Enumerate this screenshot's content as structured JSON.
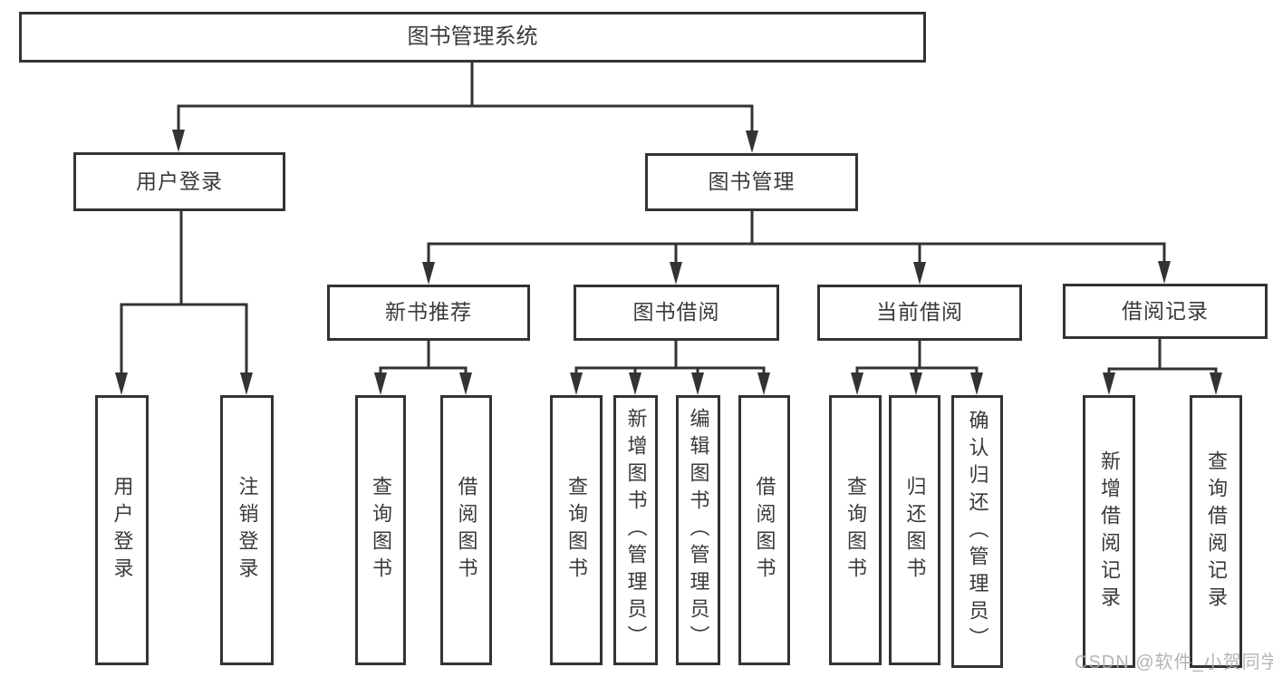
{
  "tree": {
    "root": {
      "label": "图书管理系统",
      "children": [
        {
          "label": "用户登录",
          "children": [
            {
              "label": "用户登录"
            },
            {
              "label": "注销登录"
            }
          ]
        },
        {
          "label": "图书管理",
          "children": [
            {
              "label": "新书推荐",
              "children": [
                {
                  "label": "查询图书"
                },
                {
                  "label": "借阅图书"
                }
              ]
            },
            {
              "label": "图书借阅",
              "children": [
                {
                  "label": "查询图书"
                },
                {
                  "label": "新增图书（管理员）"
                },
                {
                  "label": "编辑图书（管理员）"
                },
                {
                  "label": "借阅图书"
                }
              ]
            },
            {
              "label": "当前借阅",
              "children": [
                {
                  "label": "查询图书"
                },
                {
                  "label": "归还图书"
                },
                {
                  "label": "确认归还（管理员）"
                }
              ]
            },
            {
              "label": "借阅记录",
              "children": [
                {
                  "label": "新增借阅记录"
                },
                {
                  "label": "查询借阅记录"
                }
              ]
            }
          ]
        }
      ]
    }
  },
  "watermark": {
    "text": "CSDN @软件_小贺同学"
  },
  "colors": {
    "background": "#ffffff",
    "box_border": "#333333",
    "line": "#333333",
    "text": "#3a3a3a",
    "watermark": "#aaaaaa"
  }
}
